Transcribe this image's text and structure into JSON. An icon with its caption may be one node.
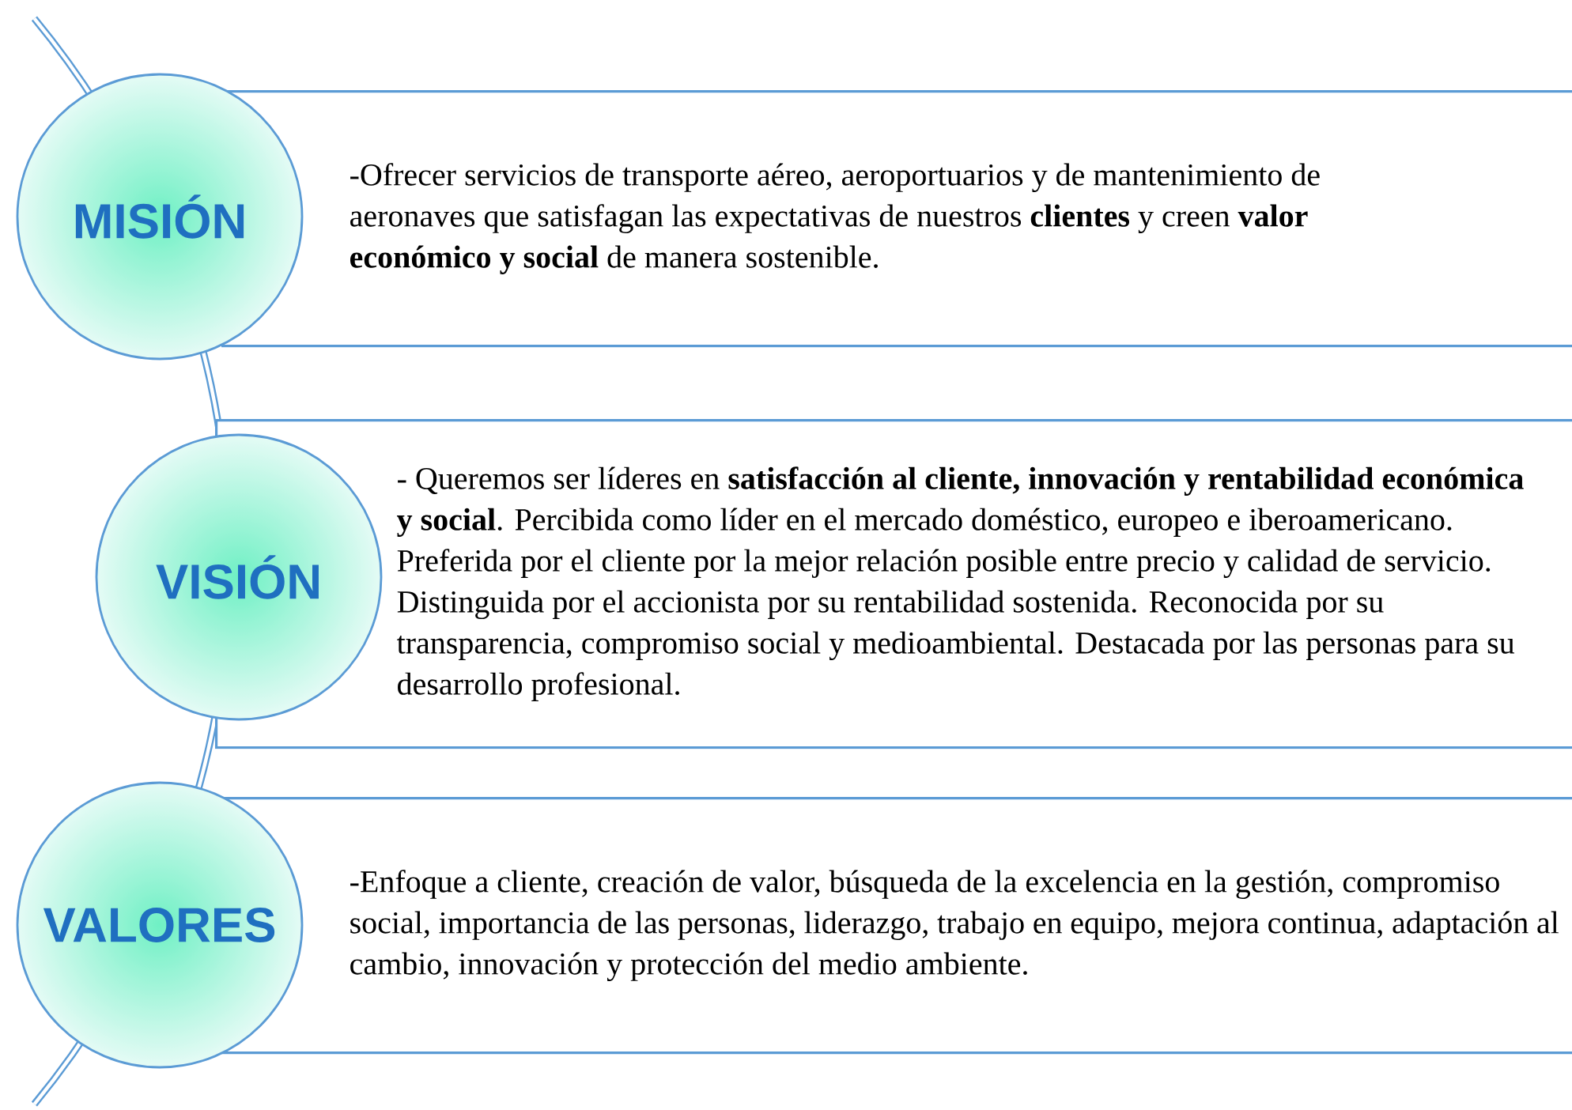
{
  "diagram": {
    "nodes": [
      {
        "text": [
          "MISIÓN"
        ]
      },
      {
        "text": [
          "-Ofrecer servicios de transporte aéreo, aeroportuarios y de mantenimiento de aeronaves que satisfagan las expectativas de nuestros **clientes** y creen **valor económico y social** de manera sostenible."
        ]
      },
      {
        "text": [
          "VISIÓN"
        ]
      },
      {
        "text": [
          "- Queremos ser líderes en **satisfacción al cliente, innovación y rentabilidad económica y social**. Percibida como líder en el mercado doméstico, europeo e iberoamericano. Preferida por el cliente por la mejor relación posible entre precio y calidad de servicio. Distinguida por el accionista por su rentabilidad sostenida. Reconocida por su transparencia, compromiso social y medioambiental. Destacada por las personas para su desarrollo profesional."
        ]
      },
      {
        "text": [
          "VALORES"
        ]
      },
      {
        "text": [
          "-Enfoque a cliente, creación de valor, búsqueda de la excelencia en la gestión, compromiso social, importancia de las personas, liderazgo, trabajo en equipo, mejora continua, adaptación al cambio, innovación y protección del medio ambiente."
        ]
      }
    ]
  }
}
